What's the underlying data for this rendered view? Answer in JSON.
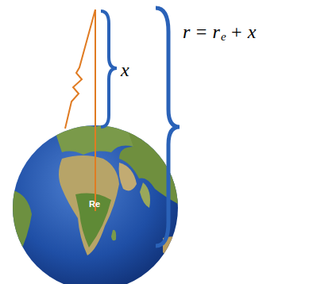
{
  "diagram": {
    "labels": [
      "x",
      "r = r",
      "e",
      "+ x",
      "Re"
    ]
  }
}
